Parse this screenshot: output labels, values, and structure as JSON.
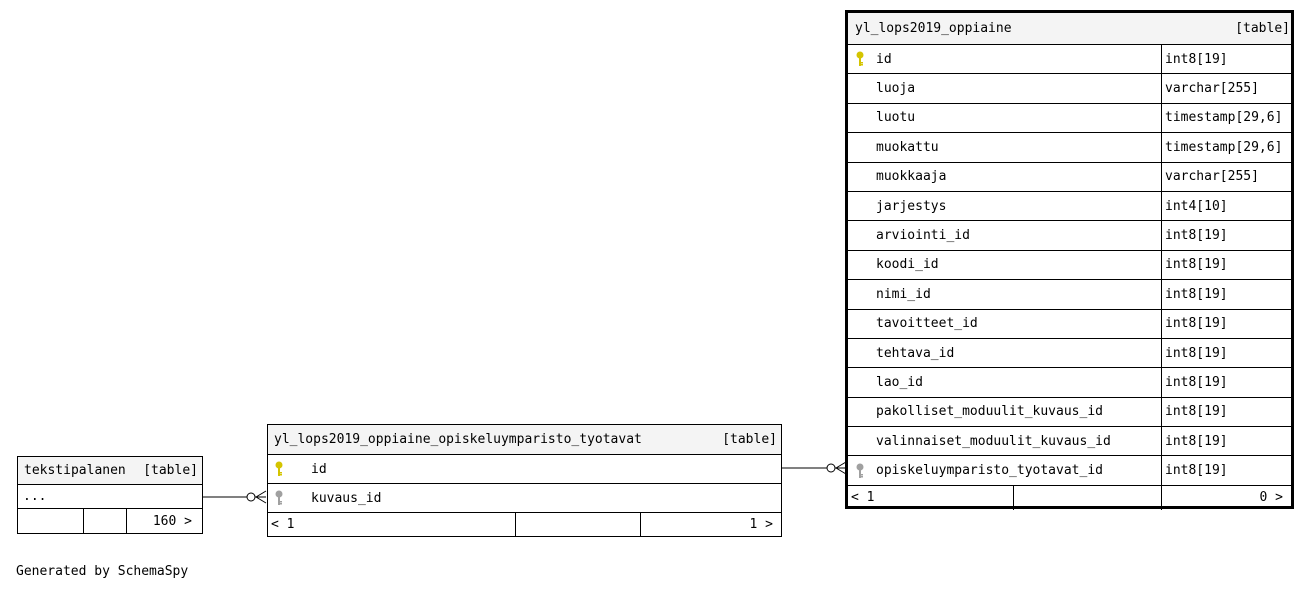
{
  "footer_text": "Generated by SchemaSpy",
  "tables": {
    "tekstipalanen": {
      "name": "tekstipalanen",
      "type": "[table]",
      "ellipsis": "...",
      "footer": {
        "left": "",
        "mid": "",
        "right": "160 >"
      }
    },
    "tyotavat": {
      "name": "yl_lops2019_oppiaine_opiskeluymparisto_tyotavat",
      "type": "[table]",
      "columns": [
        {
          "name": "id",
          "key": "primary"
        },
        {
          "name": "kuvaus_id",
          "key": "foreign"
        }
      ],
      "footer": {
        "left": "< 1",
        "mid": "",
        "right": "1 >"
      }
    },
    "oppiaine": {
      "name": "yl_lops2019_oppiaine",
      "type": "[table]",
      "columns": [
        {
          "name": "id",
          "type": "int8[19]",
          "key": "primary"
        },
        {
          "name": "luoja",
          "type": "varchar[255]",
          "key": ""
        },
        {
          "name": "luotu",
          "type": "timestamp[29,6]",
          "key": ""
        },
        {
          "name": "muokattu",
          "type": "timestamp[29,6]",
          "key": ""
        },
        {
          "name": "muokkaaja",
          "type": "varchar[255]",
          "key": ""
        },
        {
          "name": "jarjestys",
          "type": "int4[10]",
          "key": ""
        },
        {
          "name": "arviointi_id",
          "type": "int8[19]",
          "key": ""
        },
        {
          "name": "koodi_id",
          "type": "int8[19]",
          "key": ""
        },
        {
          "name": "nimi_id",
          "type": "int8[19]",
          "key": ""
        },
        {
          "name": "tavoitteet_id",
          "type": "int8[19]",
          "key": ""
        },
        {
          "name": "tehtava_id",
          "type": "int8[19]",
          "key": ""
        },
        {
          "name": "lao_id",
          "type": "int8[19]",
          "key": ""
        },
        {
          "name": "pakolliset_moduulit_kuvaus_id",
          "type": "int8[19]",
          "key": ""
        },
        {
          "name": "valinnaiset_moduulit_kuvaus_id",
          "type": "int8[19]",
          "key": ""
        },
        {
          "name": "opiskeluymparisto_tyotavat_id",
          "type": "int8[19]",
          "key": "foreign"
        }
      ],
      "footer": {
        "left": "< 1",
        "mid": "",
        "right": "0 >"
      }
    }
  },
  "colors": {
    "primary_key": "#d4c400",
    "foreign_key": "#a0a0a0",
    "header_bg": "#f4f4f4"
  }
}
